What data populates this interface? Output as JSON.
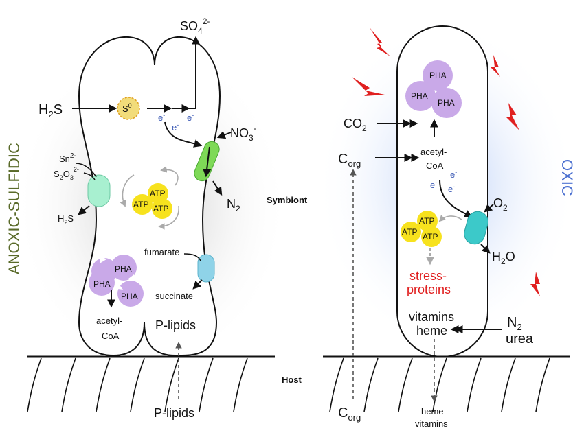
{
  "labels": {
    "so4": "SO",
    "so4_sub": "4",
    "so4_sup": "2-",
    "h2s": "H",
    "h2s_sub": "2",
    "h2s_end": "S",
    "s0": "S",
    "s0_sup": "0",
    "e1": "e",
    "e2": "e",
    "e3": "e",
    "e_sup": "-",
    "no3": "NO",
    "no3_sub": "3",
    "no3_sup": "-",
    "n2": "N",
    "n2_sub": "2",
    "sn": "Sn",
    "sn_sup": "2-",
    "s2o3": "S",
    "s2o3_sub1": "2",
    "s2o3_o": "O",
    "s2o3_sub2": "3",
    "s2o3_sup": "2-",
    "h2s_small": "H",
    "h2s_small_sub": "2",
    "h2s_small_end": "S",
    "atp": "ATP",
    "pha": "PHA",
    "fumarate": "fumarate",
    "succinate": "succinate",
    "acetyl": "acetyl-",
    "coa": "CoA",
    "plipids": "P-lipids",
    "plipids_bottom": "P-lipids",
    "symbiont": "Symbiont",
    "host": "Host",
    "anoxic": "ANOXIC-SULFIDIC",
    "oxic": "OXIC",
    "co2": "CO",
    "co2_sub": "2",
    "corg": "C",
    "corg_sub": "org",
    "corg_bottom": "C",
    "corg_bottom_sub": "org",
    "o2": "O",
    "o2_sub": "2",
    "h2o": "H",
    "h2o_sub": "2",
    "h2o_end": "O",
    "stress1": "stress-",
    "stress2": "proteins",
    "vitamins": "vitamins",
    "heme": "heme",
    "n2_right": "N",
    "n2_right_sub": "2",
    "urea": "urea",
    "heme_bottom": "heme",
    "vitamins_bottom": "vitamins"
  },
  "colors": {
    "sulfur": "#f2dc7a",
    "green_transporter": "#7ed957",
    "mint_transporter": "#a8f0d0",
    "blue_transporter": "#8fd3e8",
    "teal_transporter": "#3cc9c9",
    "atp": "#f7e21e",
    "pha": "#c9a9e8",
    "stress_red": "#e01b1b",
    "electron_blue": "#3a58b4"
  },
  "icons": {
    "left_glow": "gray-glow",
    "right_glow": "blue-glow",
    "lightning": "lightning-bolt-icon"
  }
}
